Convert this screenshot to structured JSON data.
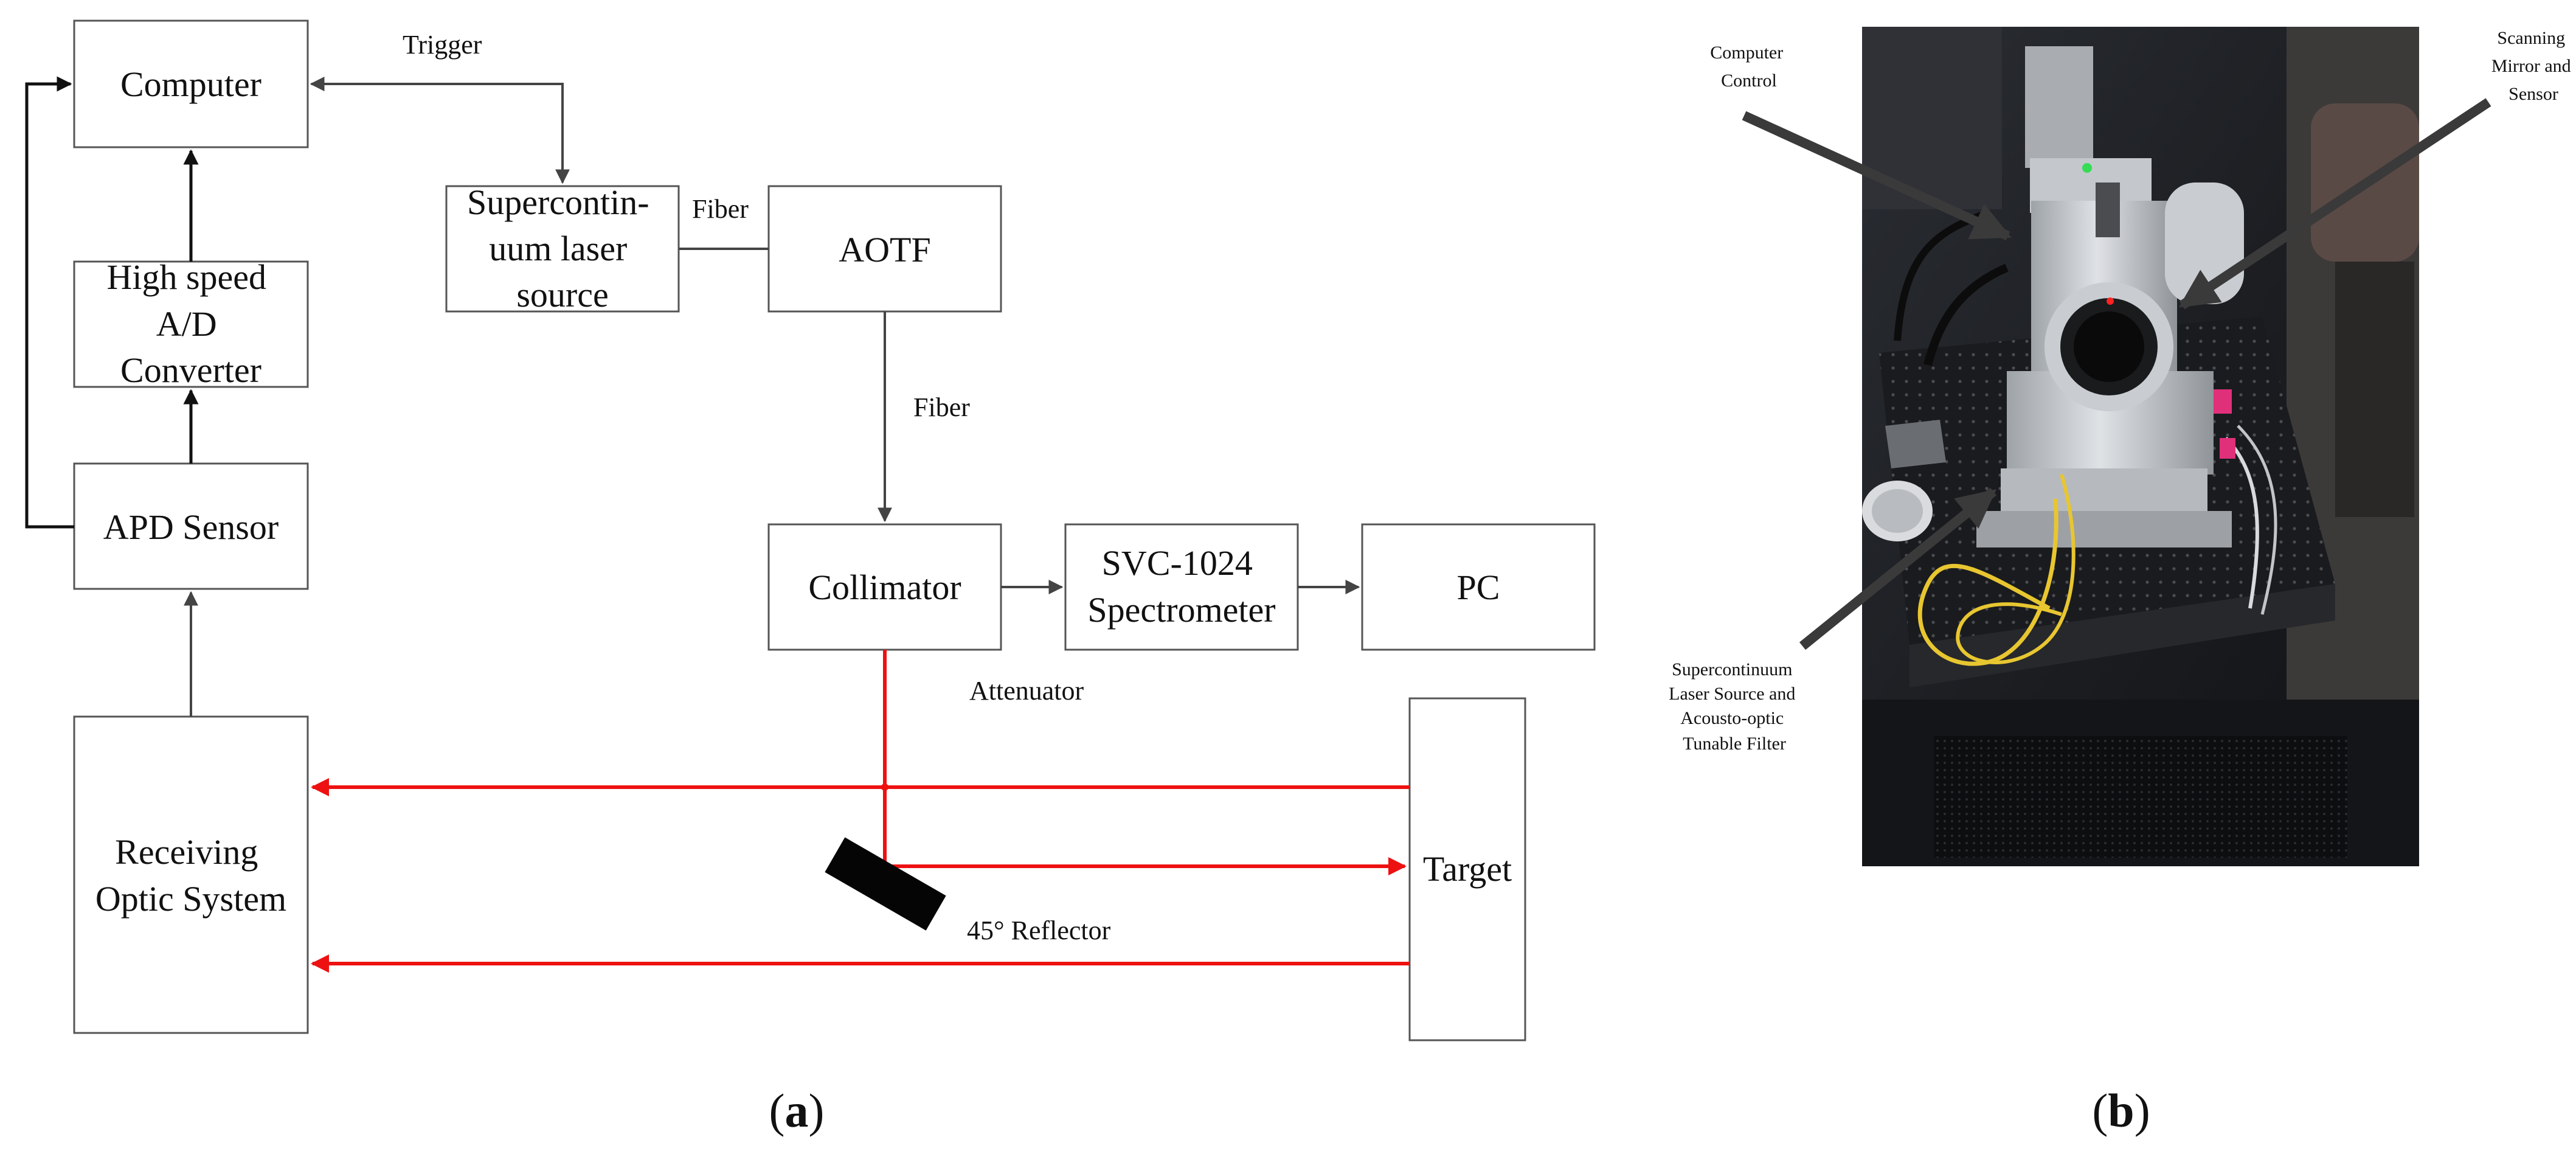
{
  "diagram": {
    "boxes": {
      "computer": [
        "Computer"
      ],
      "adc": [
        "High speed",
        "A/D",
        "Converter"
      ],
      "apd": [
        "APD Sensor"
      ],
      "receiving": [
        "Receiving",
        "Optic System"
      ],
      "laser": [
        "Supercontin-",
        "uum laser",
        "source"
      ],
      "aotf": [
        "AOTF"
      ],
      "collimator": [
        "Collimator"
      ],
      "spectrometer": [
        "SVC-1024",
        "Spectrometer"
      ],
      "pc": [
        "PC"
      ],
      "target": [
        "Target"
      ]
    },
    "labels": {
      "trigger": "Trigger",
      "fiber_1": "Fiber",
      "fiber_2": "Fiber",
      "attenuator": "Attenuator",
      "reflector": "45° Reflector"
    },
    "caption_a": "a",
    "caption_b": "b"
  },
  "photo": {
    "annotations": {
      "computer_control": [
        "Computer",
        "Control"
      ],
      "scanning_mirror": [
        "Scanning",
        "Mirror and",
        "Sensor"
      ],
      "laser_source": [
        "Supercontinuum",
        "Laser Source and",
        "Acousto-optic",
        "Tunable Filter"
      ]
    }
  },
  "colors": {
    "beam": "#ee1111",
    "box_border": "#555555",
    "signal_line": "#111111"
  }
}
